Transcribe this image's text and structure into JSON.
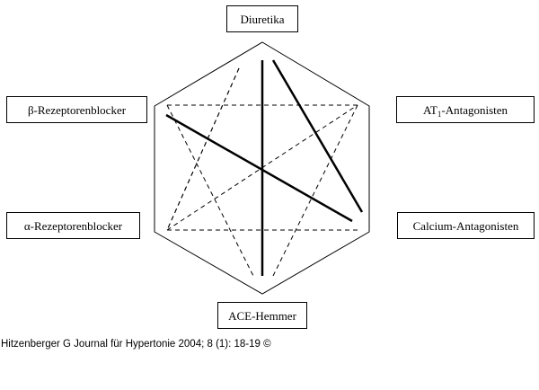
{
  "nodes": {
    "diuretika": "Diuretika",
    "beta_blocker": "β-Rezeptorenblocker",
    "at1_prefix": "AT",
    "at1_sub": "1",
    "at1_suffix": "-Antagonisten",
    "alpha_blocker": "α-Rezeptorenblocker",
    "calcium": "Calcium-Antagonisten",
    "ace": "ACE-Hemmer"
  },
  "connections": {
    "solid": [
      [
        "diuretika",
        "ace"
      ],
      [
        "diuretika",
        "calcium"
      ],
      [
        "beta_blocker",
        "calcium"
      ]
    ],
    "dashed": [
      [
        "diuretika",
        "beta_blocker"
      ],
      [
        "diuretika",
        "alpha_blocker"
      ],
      [
        "beta_blocker",
        "at1"
      ],
      [
        "beta_blocker",
        "ace"
      ],
      [
        "alpha_blocker",
        "at1"
      ],
      [
        "alpha_blocker",
        "calcium"
      ],
      [
        "at1",
        "ace"
      ]
    ]
  },
  "citation": "Hitzenberger G Journal für Hypertonie 2004; 8 (1): 18-19 ©"
}
